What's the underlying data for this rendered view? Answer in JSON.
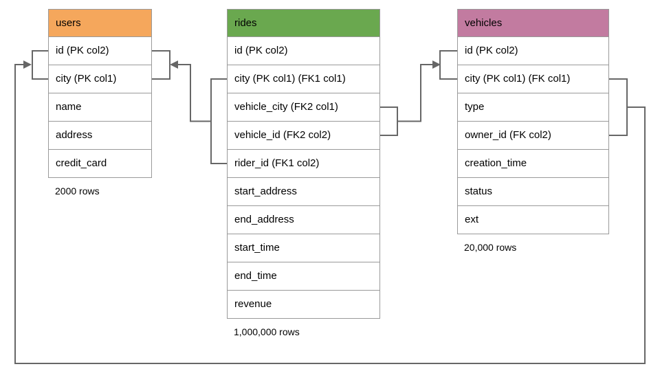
{
  "colors": {
    "users_header": "#F5A75C",
    "rides_header": "#6AA84F",
    "vehicles_header": "#C27BA0",
    "connector": "#666666",
    "table_border": "#999999",
    "text": "#000000"
  },
  "tables": {
    "users": {
      "name": "users",
      "rows": [
        "id (PK col2)",
        "city (PK col1)",
        "name",
        "address",
        "credit_card"
      ],
      "row_count": "2000 rows"
    },
    "rides": {
      "name": "rides",
      "rows": [
        "id (PK col2)",
        "city (PK col1) (FK1 col1)",
        "vehicle_city (FK2 col1)",
        "vehicle_id (FK2 col2)",
        "rider_id (FK1 col2)",
        "start_address",
        "end_address",
        "start_time",
        "end_time",
        "revenue"
      ],
      "row_count": "1,000,000 rows"
    },
    "vehicles": {
      "name": "vehicles",
      "rows": [
        "id (PK col2)",
        "city (PK col1) (FK col1)",
        "type",
        "owner_id (FK col2)",
        "creation_time",
        "status",
        "ext"
      ],
      "row_count": "20,000 rows"
    }
  },
  "relationships": [
    {
      "from": "rides (FK1: city, rider_id)",
      "to": "users (id, city)"
    },
    {
      "from": "rides (FK2: vehicle_city, vehicle_id)",
      "to": "vehicles (id, city)"
    },
    {
      "from": "vehicles (FK: city, owner_id)",
      "to": "users (id, city)"
    }
  ]
}
